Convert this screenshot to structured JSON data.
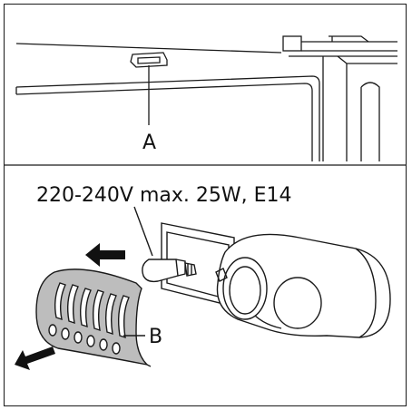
{
  "top_panel": {
    "label_a": "A"
  },
  "bottom_panel": {
    "bulb_spec": "220-240V max. 25W, E14",
    "label_b": "B"
  },
  "colors": {
    "ink": "#111111",
    "shade": "#bdbdbd",
    "line": "#1a1a1a"
  }
}
